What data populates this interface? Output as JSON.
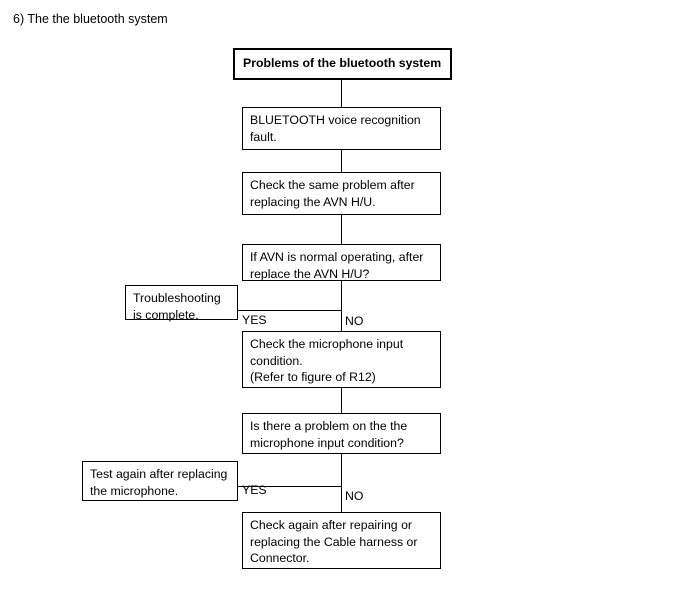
{
  "page": {
    "heading": "6) The the bluetooth system",
    "background_color": "#ffffff",
    "line_color": "#000000",
    "text_color": "#000000"
  },
  "flowchart": {
    "title_box": {
      "label": "Problems of the bluetooth  system"
    },
    "nodes": [
      {
        "id": "fault",
        "label": "BLUETOOTH voice recognition\nfault."
      },
      {
        "id": "check-avn",
        "label": "Check the same problem after\nreplacing the AVN H/U."
      },
      {
        "id": "avn-normal-decision",
        "label": "If AVN is normal operating, after\nreplace the AVN H/U?"
      },
      {
        "id": "troubleshooting-complete",
        "label": "Troubleshooting\nis complete."
      },
      {
        "id": "check-mic-input",
        "label": "Check the microphone input\ncondition.\n(Refer to figure of R12)"
      },
      {
        "id": "mic-problem-decision",
        "label": "Is there a problem on the the\nmicrophone input condition?"
      },
      {
        "id": "test-again-mic",
        "label": "Test again after replacing\nthe microphone."
      },
      {
        "id": "check-cable-harness",
        "label": "Check again after repairing or\nreplacing the Cable harness or\nConnector."
      }
    ],
    "branch_labels": {
      "yes_upper": "YES",
      "no_upper": "NO",
      "yes_lower": "YES",
      "no_lower": "NO"
    }
  }
}
